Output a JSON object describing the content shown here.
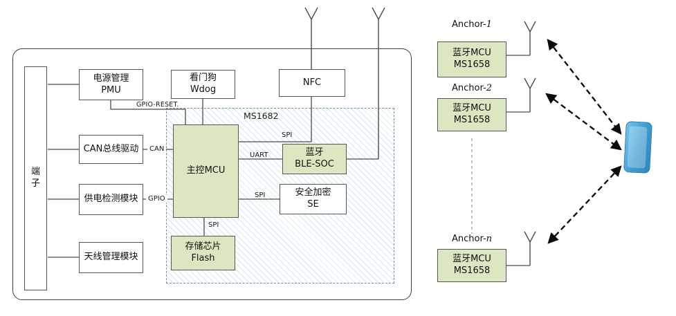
{
  "diagram": {
    "main": {
      "terminal": "端\n子",
      "pmu": "电源管理\nPMU",
      "watchdog": "看门狗\nWdog",
      "nfc": "NFC",
      "can_driver": "CAN总线驱动",
      "power_detect": "供电检测模块",
      "antenna_mgmt": "天线管理模块",
      "soc_region": "MS1682",
      "main_mcu": "主控MCU",
      "ble_soc": "蓝牙\nBLE-SOC",
      "se": "安全加密\nSE",
      "flash": "存储芯片\nFlash",
      "labels": {
        "gpio_reset": "GPIO-RESET.",
        "can": "CAN",
        "gpio": "GPIO",
        "spi_nfc": "SPI",
        "uart": "UART",
        "spi_se": "SPI",
        "spi_flash": "SPI"
      }
    },
    "anchors": [
      {
        "prefix": "Anchor-",
        "suffix": "1",
        "box": "蓝牙MCU\nMS1658"
      },
      {
        "prefix": "Anchor-",
        "suffix": "2",
        "box": "蓝牙MCU\nMS1658"
      },
      {
        "prefix": "Anchor-",
        "suffix": "n",
        "box": "蓝牙MCU\nMS1658"
      }
    ],
    "colors": {
      "chip_fill": "#dbe7c1",
      "region_hatch": "#78b4ca",
      "phone_blue": "#3d9bd1",
      "wire": "#4a4a4a"
    }
  }
}
